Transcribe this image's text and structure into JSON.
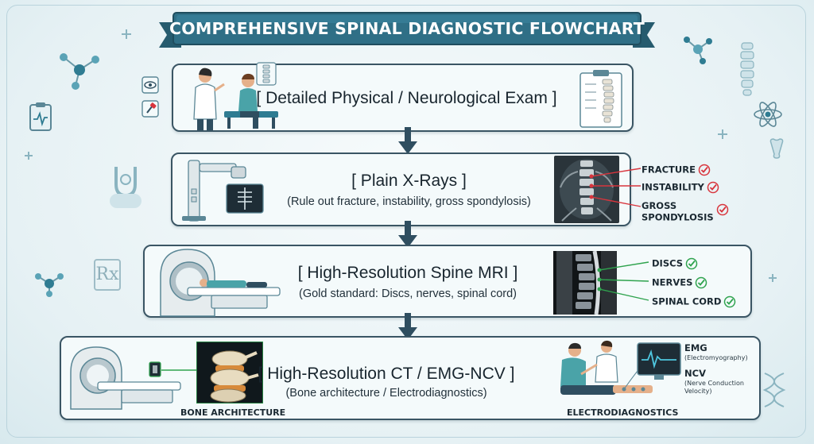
{
  "header": {
    "title": "COMPREHENSIVE SPINAL DIAGNOSTIC FLOWCHART"
  },
  "steps": [
    {
      "title": "[ Detailed Physical / Neurological Exam ]"
    },
    {
      "title": "[ Plain X-Rays ]",
      "subtitle": "(Rule out fracture, instability, gross spondylosis)",
      "labels": [
        "FRACTURE",
        "INSTABILITY",
        "GROSS",
        "SPONDYLOSIS"
      ]
    },
    {
      "title": "[ High-Resolution Spine MRI ]",
      "subtitle": "(Gold standard: Discs, nerves, spinal cord)",
      "labels": [
        "DISCS",
        "NERVES",
        "SPINAL CORD"
      ]
    },
    {
      "title": "[ High-Resolution CT / EMG-NCV ]",
      "subtitle": "(Bone architecture / Electrodiagnostics)",
      "left_caption": "BONE ARCHITECTURE",
      "right_caption": "ELECTRODIAGNOSTICS",
      "emg": {
        "label": "EMG",
        "detail": "(Electromyography)"
      },
      "ncv": {
        "label": "NCV",
        "detail_line1": "(Nerve Conduction",
        "detail_line2": "Velocity)"
      }
    }
  ],
  "icons": {
    "prescription": "Rx"
  },
  "colors": {
    "banner": "#2f6f86",
    "box_border": "#3a5564",
    "check_red": "#d8353d",
    "check_green": "#2fa34e",
    "arrow": "#2f4e60"
  }
}
